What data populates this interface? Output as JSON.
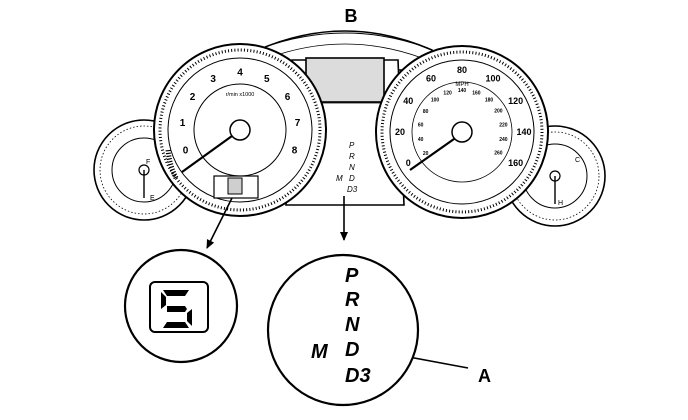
{
  "callouts": {
    "b": "B",
    "a": "A"
  },
  "tachometer": {
    "ticks": [
      "0",
      "1",
      "2",
      "3",
      "4",
      "5",
      "6",
      "7",
      "8"
    ],
    "unit_label": "r/min x1000"
  },
  "speedometer": {
    "outer_ticks": [
      "0",
      "20",
      "40",
      "60",
      "80",
      "100",
      "120",
      "140",
      "160"
    ],
    "unit_label": "MPH",
    "inner_ticks": [
      "20",
      "40",
      "60",
      "80",
      "100",
      "120",
      "140",
      "160",
      "180",
      "200",
      "220",
      "240",
      "260"
    ]
  },
  "fuel_gauge": {
    "labels": [
      "F",
      "E"
    ]
  },
  "temp_gauge": {
    "labels": [
      "C",
      "H"
    ]
  },
  "gear_indicator": {
    "small_positions": [
      "P",
      "R",
      "N",
      "D",
      "D3"
    ],
    "small_mode": "M",
    "zoom_positions": [
      "P",
      "R",
      "N",
      "D",
      "D3"
    ],
    "zoom_mode": "M"
  },
  "shift_display": {
    "digit": "5"
  }
}
